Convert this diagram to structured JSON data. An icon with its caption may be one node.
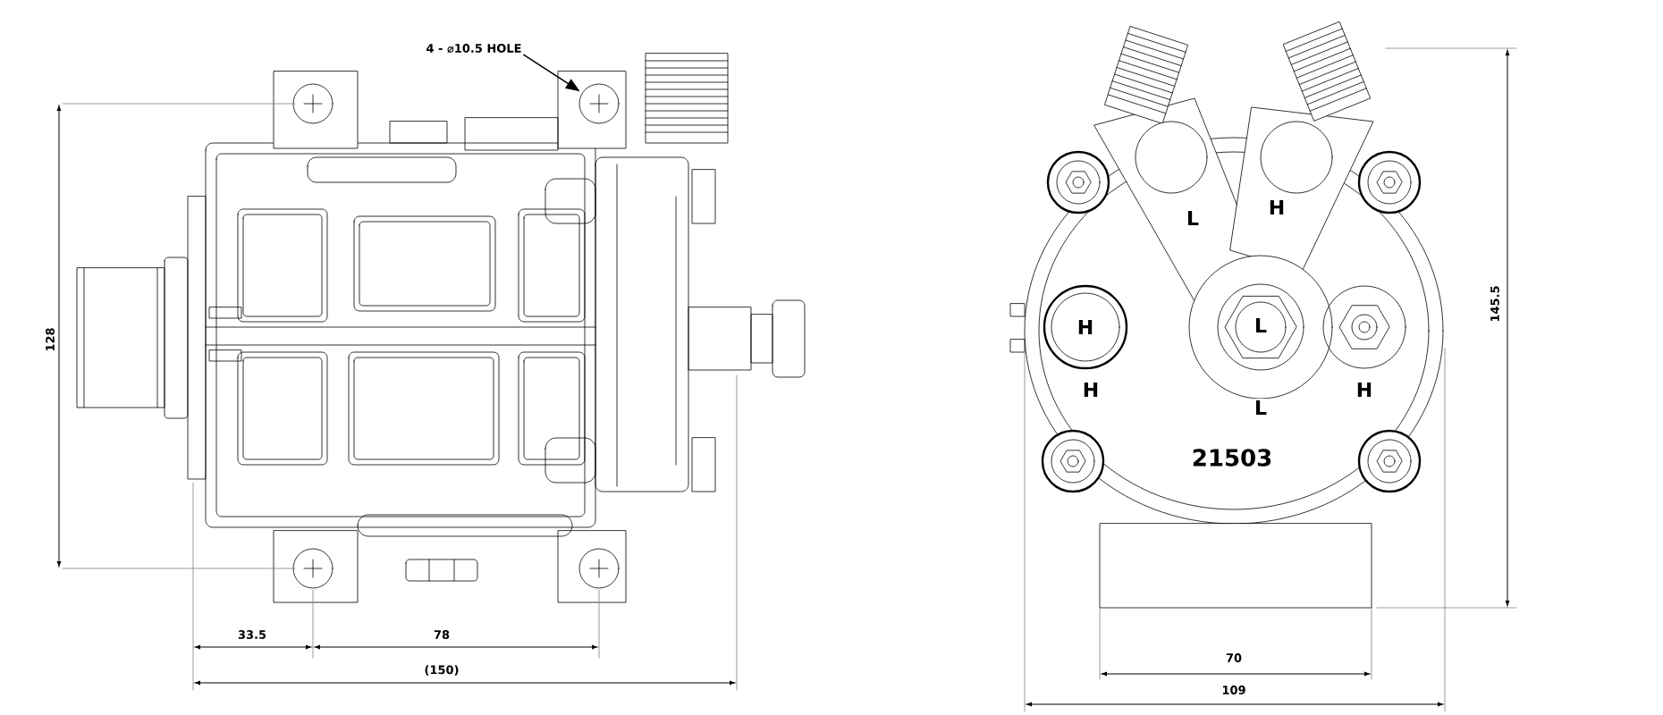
{
  "diagram": {
    "nodes": [
      {
        "text": [
          "4 - ⌀10.5 HOLE"
        ]
      },
      {
        "text": [],
        "shape": "circle"
      }
    ],
    "edges": [
      {
        "from": 0,
        "to": 1,
        "arrow": "to"
      }
    ],
    "labels": [
      "128",
      "33.5",
      "78",
      "(150)",
      "L",
      "H",
      "H",
      "L",
      "H",
      "L",
      "H",
      "21503",
      "145.5",
      "70",
      "109"
    ]
  }
}
